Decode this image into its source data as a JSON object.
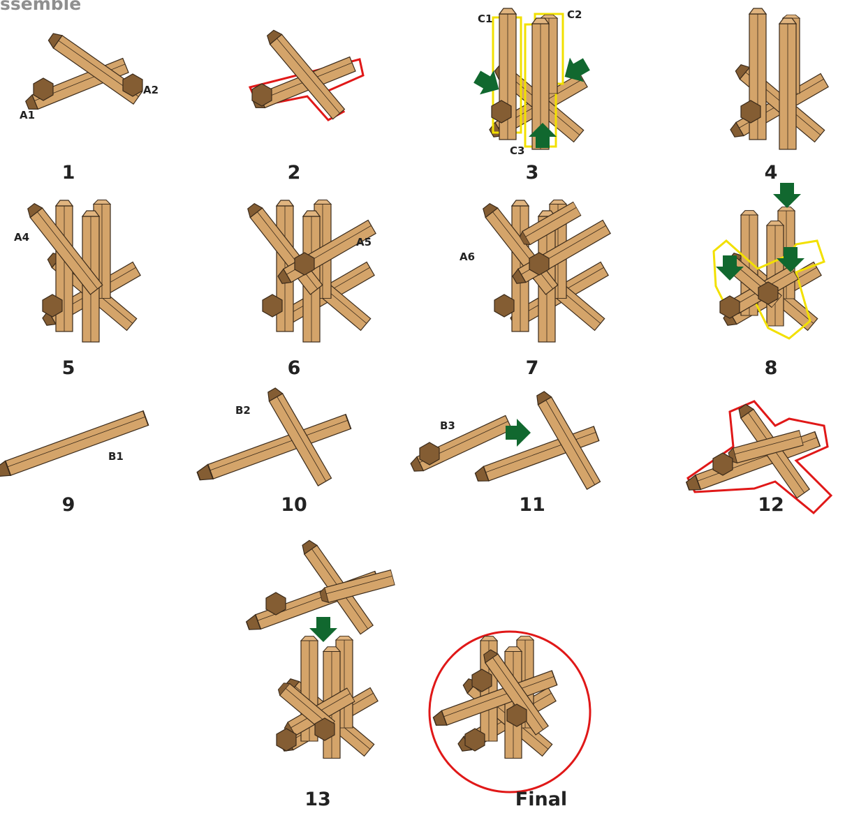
{
  "title": "ssemble",
  "colors": {
    "wood": "#d4a46a",
    "wood_light": "#e0b47f",
    "wood_dark": "#b88650",
    "end_grain": "#845d33",
    "outline": "#3a2a1a",
    "arrow": "#11682f",
    "highlight_red": "#e01818",
    "highlight_yellow": "#f2e000"
  },
  "steps": [
    {
      "label": "1"
    },
    {
      "label": "2"
    },
    {
      "label": "3"
    },
    {
      "label": "4"
    },
    {
      "label": "5"
    },
    {
      "label": "6"
    },
    {
      "label": "7"
    },
    {
      "label": "8"
    },
    {
      "label": "9"
    },
    {
      "label": "10"
    },
    {
      "label": "11"
    },
    {
      "label": "12"
    },
    {
      "label": "13"
    },
    {
      "label": "Final"
    }
  ],
  "part_labels": {
    "a1": "A1",
    "a2": "A2",
    "c1": "C1",
    "c2": "C2",
    "c3": "C3",
    "a4": "A4",
    "a5": "A5",
    "a6": "A6",
    "b1": "B1",
    "b2": "B2",
    "b3": "B3"
  }
}
